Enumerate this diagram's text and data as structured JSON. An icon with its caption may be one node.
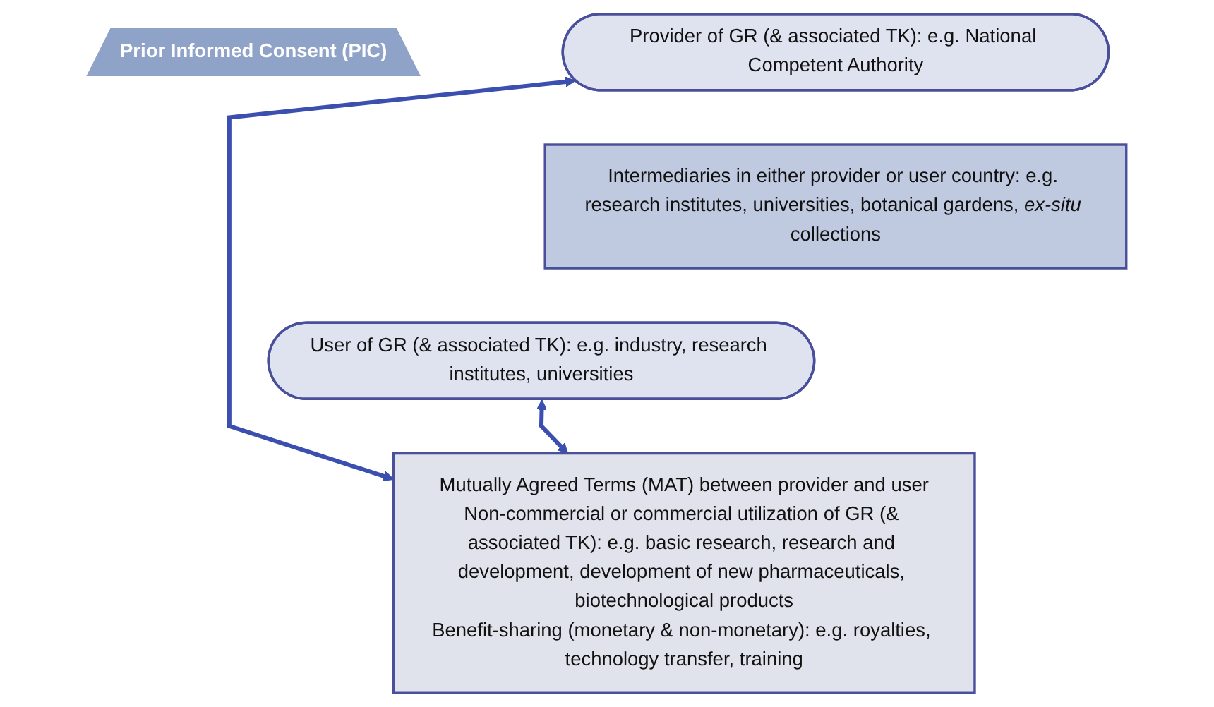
{
  "diagram": {
    "nodes": [
      {
        "text": [
          "Prior Informed Consent (PIC)"
        ]
      },
      {
        "text": [
          "Provider of GR (& associated TK): e.g. National Competent Authority"
        ]
      },
      {
        "text": [
          "Intermediaries in either provider or user country: e.g. research institutes, universities, botanical gardens, *ex-situ* collections"
        ]
      },
      {
        "text": [
          "User of GR (& associated TK): e.g. industry, research institutes, universities"
        ]
      },
      {
        "text": [
          "Mutually Agreed Terms (MAT) between provider and user",
          "Non-commercial or commercial utilization of GR (& associated TK): e.g. basic research, research and development, development of new pharmaceuticals, biotechnological products",
          "Benefit-sharing (monetary & non-monetary): e.g. royalties, technology transfer, training"
        ]
      }
    ],
    "edges": [
      {
        "from": 1,
        "to": 4,
        "arrow": "both"
      },
      {
        "from": 3,
        "to": 4,
        "arrow": "both"
      }
    ]
  }
}
